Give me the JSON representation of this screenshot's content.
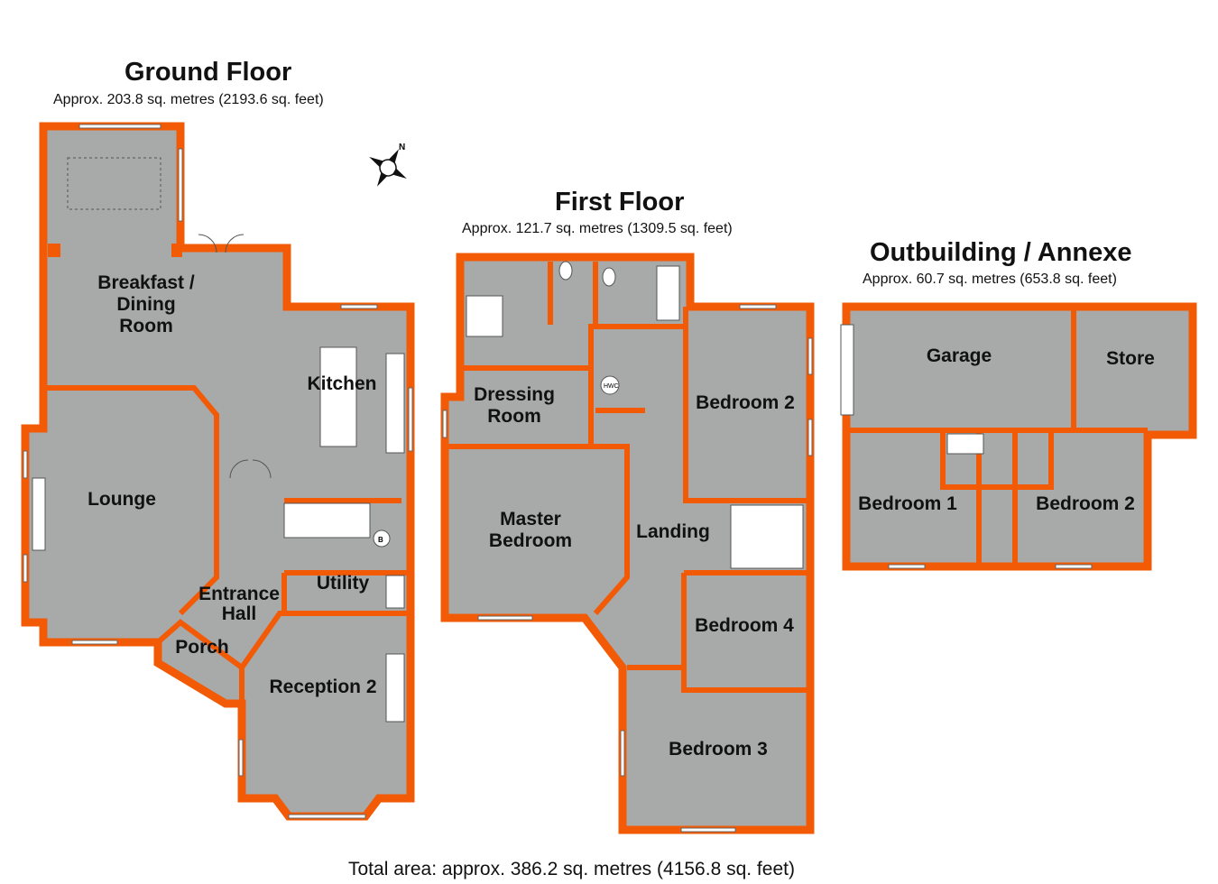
{
  "ground_floor": {
    "title": "Ground Floor",
    "area": "Approx. 203.8 sq. metres (2193.6 sq. feet)",
    "rooms": {
      "breakfast_1": "Breakfast /",
      "breakfast_2": "Dining",
      "breakfast_3": "Room",
      "kitchen": "Kitchen",
      "lounge": "Lounge",
      "entrance_1": "Entrance",
      "entrance_2": "Hall",
      "utility": "Utility",
      "porch": "Porch",
      "reception": "Reception 2",
      "boiler": "B"
    }
  },
  "first_floor": {
    "title": "First Floor",
    "area": "Approx. 121.7 sq. metres (1309.5 sq. feet)",
    "rooms": {
      "dressing_1": "Dressing",
      "dressing_2": "Room",
      "hwc": "HWC",
      "bedroom2": "Bedroom 2",
      "master_1": "Master",
      "master_2": "Bedroom",
      "landing": "Landing",
      "bedroom4": "Bedroom 4",
      "bedroom3": "Bedroom 3"
    }
  },
  "outbuilding": {
    "title": "Outbuilding / Annexe",
    "area": "Approx. 60.7 sq. metres (653.8 sq. feet)",
    "rooms": {
      "garage": "Garage",
      "store": "Store",
      "bedroom1": "Bedroom 1",
      "bedroom2": "Bedroom 2"
    }
  },
  "compass": {
    "north": "N"
  },
  "total": "Total area: approx. 386.2 sq. metres (4156.8 sq. feet)",
  "colors": {
    "wall": "#f25a05",
    "floor": "#a8a9a9"
  }
}
